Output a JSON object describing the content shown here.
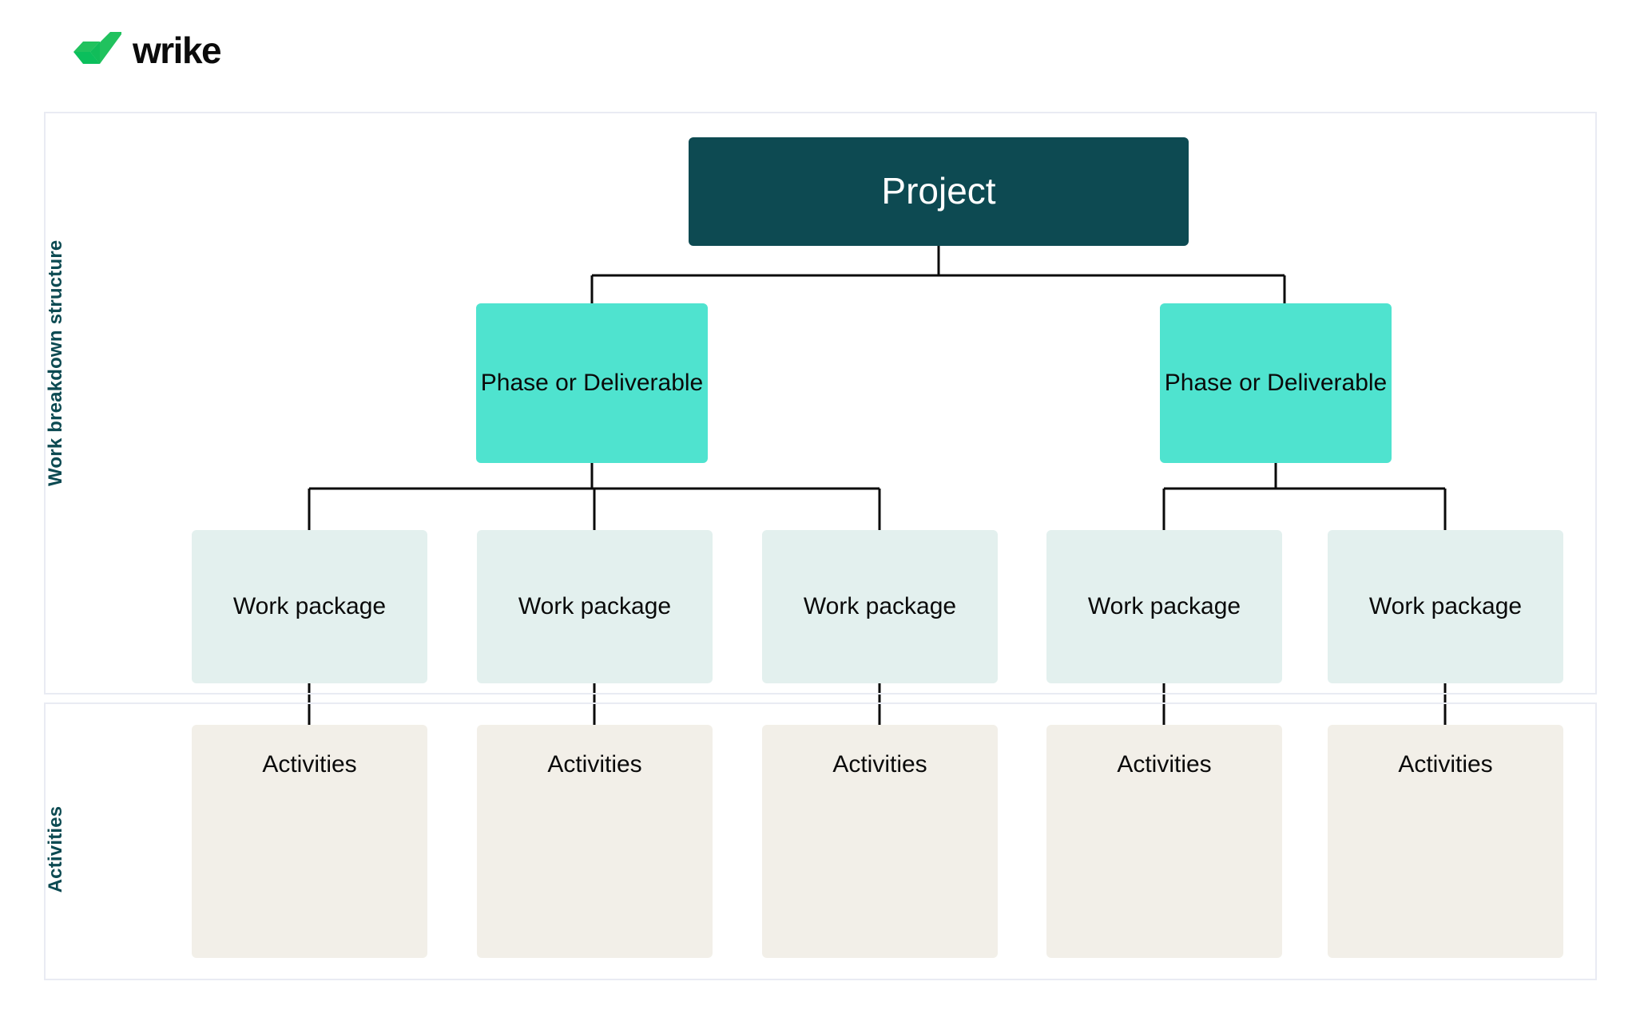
{
  "brand": {
    "name": "wrike",
    "logo_icon": "wrike-checkmark-icon",
    "logo_color": "#21c25e",
    "wordmark_color": "#0b0b0b"
  },
  "colors": {
    "panel_border": "#e9ebf3",
    "project_bg": "#0d4a52",
    "project_text": "#ffffff",
    "phase_bg": "#4fe3cf",
    "work_package_bg": "#e3f0ee",
    "activities_bg": "#f2efe8",
    "label_text": "#0c4a52",
    "connector": "#0a0a0a",
    "page_bg": "#ffffff"
  },
  "sections": [
    {
      "id": "wbs",
      "label": "Work breakdown structure"
    },
    {
      "id": "activities",
      "label": "Activities"
    }
  ],
  "chart_data": {
    "type": "diagram",
    "subtype": "work-breakdown-structure-tree",
    "title": "Work breakdown structure",
    "levels": [
      {
        "level": 0,
        "name": "Project",
        "nodes": [
          "Project"
        ]
      },
      {
        "level": 1,
        "name": "Phase or Deliverable",
        "nodes": [
          "Phase or Deliverable",
          "Phase or Deliverable"
        ]
      },
      {
        "level": 2,
        "name": "Work package",
        "nodes": [
          "Work package",
          "Work package",
          "Work package",
          "Work package",
          "Work package"
        ]
      },
      {
        "level": 3,
        "name": "Activities",
        "nodes": [
          "Activities",
          "Activities",
          "Activities",
          "Activities",
          "Activities"
        ]
      }
    ],
    "edges": [
      {
        "from": "Project",
        "to": "Phase or Deliverable 1"
      },
      {
        "from": "Project",
        "to": "Phase or Deliverable 2"
      },
      {
        "from": "Phase or Deliverable 1",
        "to": "Work package 1"
      },
      {
        "from": "Phase or Deliverable 1",
        "to": "Work package 2"
      },
      {
        "from": "Phase or Deliverable 1",
        "to": "Work package 3"
      },
      {
        "from": "Phase or Deliverable 2",
        "to": "Work package 4"
      },
      {
        "from": "Phase or Deliverable 2",
        "to": "Work package 5"
      },
      {
        "from": "Work package 1",
        "to": "Activities 1"
      },
      {
        "from": "Work package 2",
        "to": "Activities 2"
      },
      {
        "from": "Work package 3",
        "to": "Activities 3"
      },
      {
        "from": "Work package 4",
        "to": "Activities 4"
      },
      {
        "from": "Work package 5",
        "to": "Activities 5"
      }
    ]
  },
  "nodes": {
    "project": {
      "label": "Project"
    },
    "phases": [
      {
        "label": "Phase or Deliverable"
      },
      {
        "label": "Phase or Deliverable"
      }
    ],
    "work_packages": [
      {
        "label": "Work package"
      },
      {
        "label": "Work package"
      },
      {
        "label": "Work package"
      },
      {
        "label": "Work package"
      },
      {
        "label": "Work package"
      }
    ],
    "activities": [
      {
        "label": "Activities"
      },
      {
        "label": "Activities"
      },
      {
        "label": "Activities"
      },
      {
        "label": "Activities"
      },
      {
        "label": "Activities"
      }
    ]
  }
}
